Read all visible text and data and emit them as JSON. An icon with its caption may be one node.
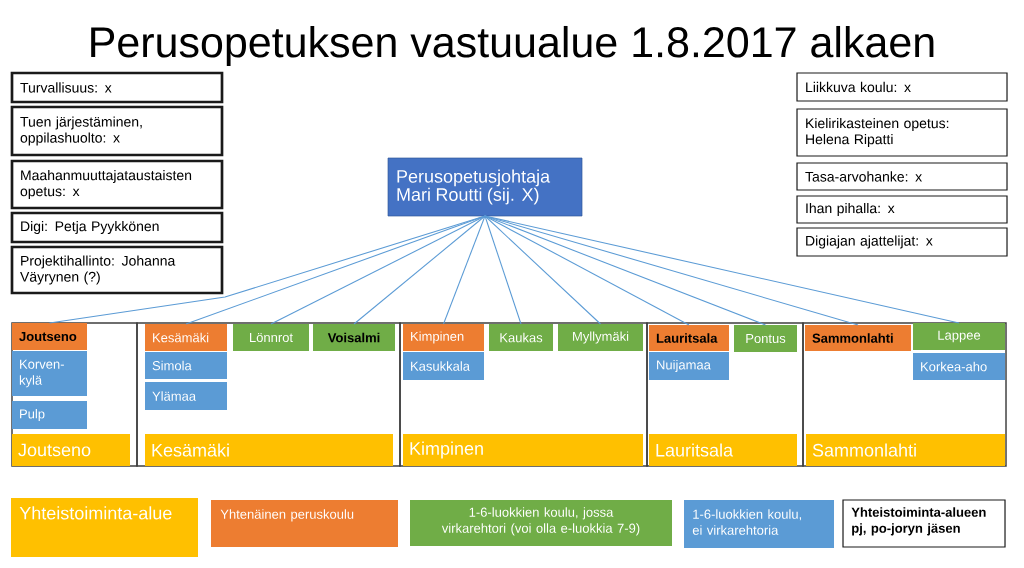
{
  "diagram": {
    "title": "Perusopetuksen vastuualue 1.8.2017 alkaen",
    "nodes": [
      {
        "text": [
          "Turvallisuus: x"
        ]
      },
      {
        "text": [
          "Tuen järjestäminen, oppilashuolto: x"
        ]
      },
      {
        "text": [
          "Maahanmuuttajataustaisten opetus: x"
        ]
      },
      {
        "text": [
          "Digi: Petja Pyykkönen"
        ]
      },
      {
        "text": [
          "Projektihallinto: Johanna Väyrynen (?)"
        ]
      },
      {
        "text": [
          "Perusopetusjohtaja Mari Routti (sij. X)"
        ]
      },
      {
        "text": [
          "Liikkuva koulu: x"
        ]
      },
      {
        "text": [
          "Kielirikasteinen opetus: Helena Ripatti"
        ]
      },
      {
        "text": [
          "Tasa-arvohanke: x"
        ]
      },
      {
        "text": [
          "Ihan pihalla: x"
        ]
      },
      {
        "text": [
          "Digiajan ajattelijat: x"
        ]
      },
      {
        "text": [],
        "shape": "box"
      },
      {
        "text": [
          "Joutseno"
        ],
        "in": 11
      },
      {
        "text": [
          "Korven-kylä"
        ],
        "in": 11
      },
      {
        "text": [
          "Pulp"
        ],
        "in": 11
      },
      {
        "text": [
          "Joutseno"
        ],
        "in": 11
      },
      {
        "text": [],
        "shape": "box"
      },
      {
        "text": [
          "Kesämäki"
        ],
        "in": 16
      },
      {
        "text": [
          "Lönnrot"
        ],
        "in": 16
      },
      {
        "text": [
          "Voisalmi"
        ],
        "in": 16
      },
      {
        "text": [
          "Simola"
        ],
        "in": 16
      },
      {
        "text": [
          "Ylämaa"
        ],
        "in": 16
      },
      {
        "text": [
          "Kesämäki"
        ],
        "in": 16
      },
      {
        "text": [],
        "shape": "box"
      },
      {
        "text": [
          "Kimpinen"
        ],
        "in": 23
      },
      {
        "text": [
          "Kaukas"
        ],
        "in": 23
      },
      {
        "text": [
          "Myllymäki"
        ],
        "in": 23
      },
      {
        "text": [
          "Kasukkala"
        ],
        "in": 23
      },
      {
        "text": [
          "Kimpinen"
        ],
        "in": 23
      },
      {
        "text": [],
        "shape": "box"
      },
      {
        "text": [
          "Lauritsala"
        ],
        "in": 29
      },
      {
        "text": [
          "Pontus"
        ],
        "in": 29
      },
      {
        "text": [
          "Nuijamaa"
        ],
        "in": 29
      },
      {
        "text": [
          "Lauritsala"
        ],
        "in": 29
      },
      {
        "text": [],
        "shape": "box"
      },
      {
        "text": [
          "Sammonlahti"
        ],
        "in": 34
      },
      {
        "text": [
          "Lappee"
        ],
        "in": 34
      },
      {
        "text": [
          "Korkea-aho"
        ],
        "in": 34
      },
      {
        "text": [
          "Sammonlahti"
        ],
        "in": 34
      }
    ],
    "edges": [
      {
        "from": 5,
        "to": 12,
        "arrow": "none"
      },
      {
        "from": 5,
        "to": 17,
        "arrow": "none"
      },
      {
        "from": 5,
        "to": 18,
        "arrow": "none"
      },
      {
        "from": 5,
        "to": 19,
        "arrow": "none"
      },
      {
        "from": 5,
        "to": 24,
        "arrow": "none"
      },
      {
        "from": 5,
        "to": 25,
        "arrow": "none"
      },
      {
        "from": 5,
        "to": 26,
        "arrow": "none"
      },
      {
        "from": 5,
        "to": 30,
        "arrow": "none"
      },
      {
        "from": 5,
        "to": 31,
        "arrow": "none"
      },
      {
        "from": 5,
        "to": 35,
        "arrow": "none"
      },
      {
        "from": 5,
        "to": 36,
        "arrow": "none"
      }
    ],
    "legend": [
      {
        "text": "Yhteistoiminta-alue",
        "color": "#ffc000"
      },
      {
        "text": "Yhtenäinen peruskoulu",
        "color": "#ed7d31"
      },
      {
        "text": "1-6-luokkien koulu, jossa virkarehtori (voi olla e-luokkia 7-9)",
        "color": "#70ad47"
      },
      {
        "text": "1-6-luokkien koulu, ei virkarehtoria",
        "color": "#5b9bd5"
      },
      {
        "text": "Yhteistoiminta-alueen pj, po-joryn jäsen"
      }
    ]
  }
}
